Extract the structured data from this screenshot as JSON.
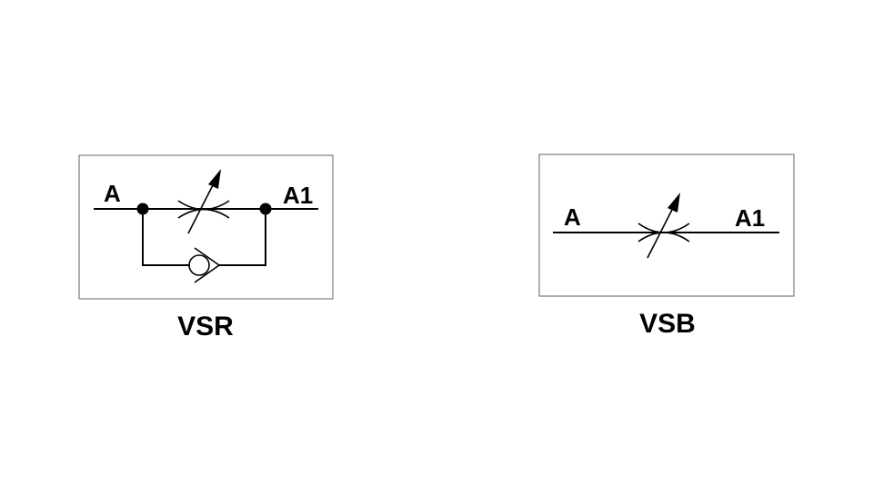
{
  "diagrams": [
    {
      "title": "VSR",
      "port_in": "A",
      "port_out": "A1",
      "has_check_valve_bypass": true
    },
    {
      "title": "VSB",
      "port_in": "A",
      "port_out": "A1",
      "has_check_valve_bypass": false
    }
  ],
  "colors": {
    "stroke": "#000000",
    "frame": "#7a7a7a",
    "background": "#ffffff"
  }
}
